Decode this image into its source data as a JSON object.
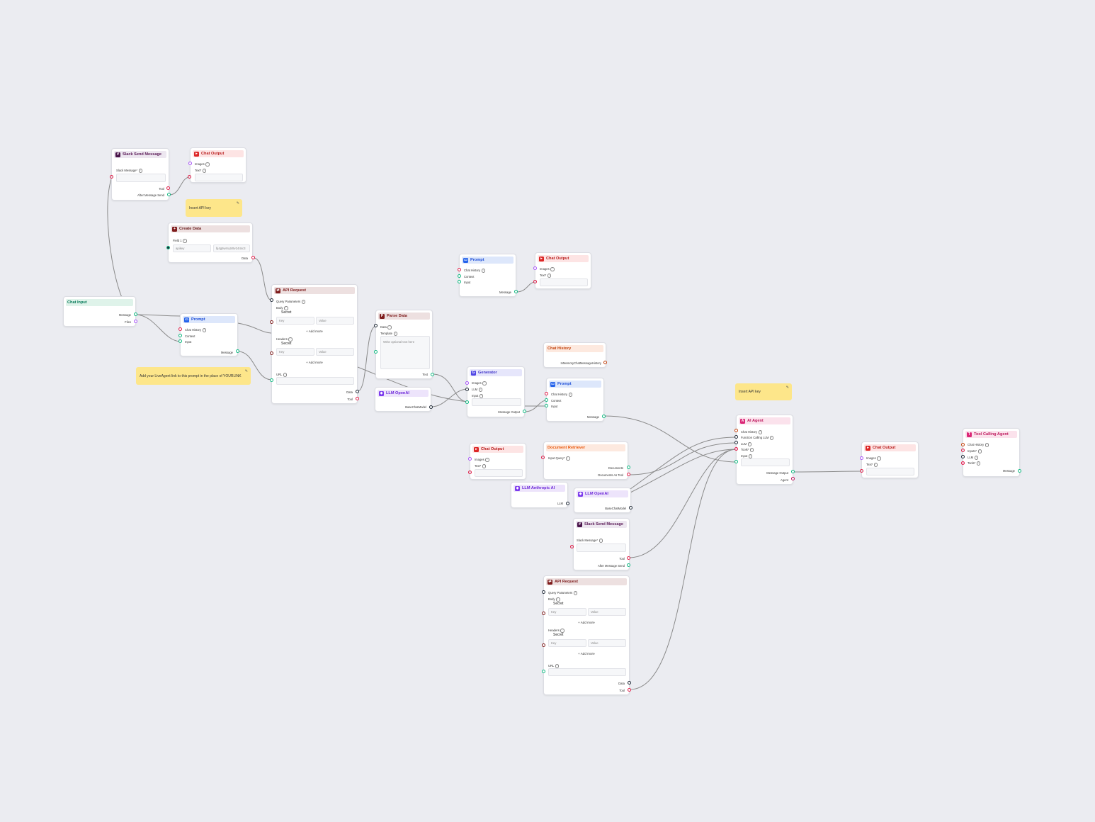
{
  "nodes": {
    "slack_top": {
      "title": "Slack Send Message",
      "field_label": "Slack Message*",
      "out1": "Tool",
      "out2": "After Message Send"
    },
    "chat_out_top": {
      "title": "Chat Output",
      "f1": "Images",
      "f2": "Text*"
    },
    "note_api": {
      "text": "Insert API key"
    },
    "create_data": {
      "title": "Create Data",
      "f1": "Field 1",
      "key": "apikey",
      "value": "bj4g5wrnyt49v244sc3",
      "out1": "Data"
    },
    "chat_input": {
      "title": "Chat Input",
      "out1": "Message",
      "out2": "Files"
    },
    "prompt_left": {
      "title": "Prompt",
      "f1": "Chat History",
      "f2": "Context",
      "f3": "Input",
      "out1": "Message"
    },
    "note_live": {
      "text": "Add your LiveAgent link to this prompt in the place of YOURLINK"
    },
    "api_req_top": {
      "title": "API Request",
      "qp": "Query Parameters",
      "body": "Body",
      "secret1": "Secret",
      "key1": "Key",
      "val1": "Value",
      "add1": "+ Add more",
      "headers": "Headers",
      "secret2": "Secret",
      "key2": "Key",
      "val2": "Value",
      "add2": "+ Add more",
      "url": "URL",
      "out1": "Data",
      "out2": "Tool"
    },
    "parse_data": {
      "title": "Parse Data",
      "f1": "Data",
      "f2": "Template",
      "placeholder": "Write optional text here",
      "out1": "Text"
    },
    "llm_openai_1": {
      "title": "LLM OpenAI",
      "out1": "BaseChatModel"
    },
    "prompt_mid": {
      "title": "Prompt",
      "f1": "Chat History",
      "f2": "Context",
      "f3": "Input",
      "out1": "Message"
    },
    "chat_out_mid": {
      "title": "Chat Output",
      "f1": "Images",
      "f2": "Text*"
    },
    "chat_history": {
      "title": "Chat History",
      "out1": "InMemoryChatMessageHistory"
    },
    "generator": {
      "title": "Generator",
      "f1": "Images",
      "f2": "LLM",
      "f3": "Input",
      "out1": "Message Output"
    },
    "prompt_right": {
      "title": "Prompt",
      "f1": "Chat History",
      "f2": "Context",
      "f3": "Input",
      "out1": "Message"
    },
    "note_api2": {
      "text": "Insert API key"
    },
    "chat_out_low": {
      "title": "Chat Output",
      "f1": "Images",
      "f2": "Text*"
    },
    "doc_retriever": {
      "title": "Document Retriever",
      "f1": "Input Query*",
      "out1": "Documents",
      "out2": "Documents As Tool"
    },
    "llm_anthropic": {
      "title": "LLM Anthropic AI",
      "out1": "LLM"
    },
    "llm_openai_2": {
      "title": "LLM OpenAI",
      "out1": "BaseChatModel"
    },
    "slack_low": {
      "title": "Slack Send Message",
      "field_label": "Slack Message*",
      "out1": "Tool",
      "out2": "After Message Send"
    },
    "api_req_low": {
      "title": "API Request",
      "qp": "Query Parameters",
      "body": "Body",
      "secret1": "Secret",
      "key1": "Key",
      "val1": "Value",
      "add1": "+ Add more",
      "headers": "Headers",
      "secret2": "Secret",
      "key2": "Key",
      "val2": "Value",
      "add2": "+ Add more",
      "url": "URL",
      "out1": "Data",
      "out2": "Tool"
    },
    "ai_agent": {
      "title": "AI Agent",
      "f1": "Chat History",
      "f2": "Function Calling LLM",
      "f3": "LLM",
      "f4": "Tools*",
      "f5": "Input",
      "out1": "Message Output",
      "out2": "Agent"
    },
    "chat_out_right": {
      "title": "Chat Output",
      "f1": "Images",
      "f2": "Text*"
    },
    "tool_agent": {
      "title": "Tool Calling Agent",
      "f1": "Chat History",
      "f2": "Inputs*",
      "f3": "LLM",
      "f4": "Tools*",
      "out1": "Message"
    }
  },
  "colors": {
    "green_handle": "#10b981",
    "red_handle": "#e11d48",
    "dark_handle": "#1f2937",
    "edge": "#8a8a8a"
  }
}
